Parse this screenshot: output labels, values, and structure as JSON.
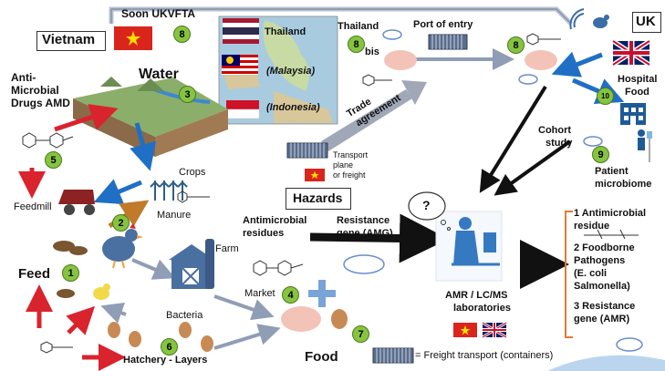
{
  "colors": {
    "badge_green": "#86c440",
    "arrow_red": "#d9232d",
    "arrow_blue": "#1f6fc5",
    "arrow_black": "#000000",
    "arrow_gray": "#8f9db5",
    "vietnam_red": "#da251d",
    "uk_blue": "#012169"
  },
  "labels": {
    "vietnam": "Vietnam",
    "soon_ukvfta": "Soon UKVFTA",
    "thailand_map": "Thailand",
    "malaysia": "(Malaysia)",
    "indonesia": "(Indonesia)",
    "thailand_route": "Thailand",
    "bis": "bis",
    "port_of_entry": "Port of entry",
    "uk": "UK",
    "anti_microbial_drugs": [
      "Anti-",
      "Microbial",
      "Drugs AMD"
    ],
    "water": "Water",
    "crops": "Crops",
    "feedmill": "Feedmill",
    "manure": "Manure",
    "farm": "Farm",
    "feed": "Feed",
    "bacteria": "Bacteria",
    "hatchery": "Hatchery - Layers",
    "market": "Market",
    "food": "Food",
    "trade_agreement": [
      "Trade",
      "agreement"
    ],
    "transport": [
      "Transport",
      "plane",
      "or freight"
    ],
    "hazards": "Hazards",
    "antimicrobial_residues": [
      "Antimicrobial",
      "residues"
    ],
    "resistance_gene": [
      "Resistance",
      "gene (AMG)"
    ],
    "question": "?",
    "amr_labs": [
      "AMR / LC/MS",
      "laboratories"
    ],
    "freight_legend": "= Freight transport (containers)",
    "cohort_study": [
      "Cohort",
      "study"
    ],
    "patient_microbiome": [
      "Patient",
      "microbiome"
    ],
    "hospital_food": [
      "Hospital",
      "Food"
    ],
    "hazard_list": [
      "1 Antimicrobial",
      "residue",
      "2 Foodborne",
      "Pathogens",
      "(E. coli",
      "Salmonella)",
      "3 Resistance",
      "gene (AMR)"
    ]
  },
  "badges": {
    "b1": "1",
    "b2": "2",
    "b3": "3",
    "b4": "4",
    "b5": "5",
    "b6": "6",
    "b7": "7",
    "b8a": "8",
    "b8b": "8",
    "b8c": "8",
    "b9": "9",
    "b10": "10"
  },
  "icons": [
    "chemical-structure-icon",
    "chicken-icon",
    "raw-chicken-icon",
    "egg-icon",
    "chick-icon",
    "barn-icon",
    "plus-icon",
    "scientist-icon",
    "hospital-icon",
    "tractor-icon",
    "crops-icon",
    "plasmid-icon",
    "container-icon",
    "flag-vietnam-icon",
    "flag-uk-icon",
    "flag-thailand-icon",
    "flag-malaysia-icon",
    "flag-indonesia-icon",
    "thought-bubble-icon",
    "bird-logo-icon",
    "patient-iv-icon"
  ]
}
